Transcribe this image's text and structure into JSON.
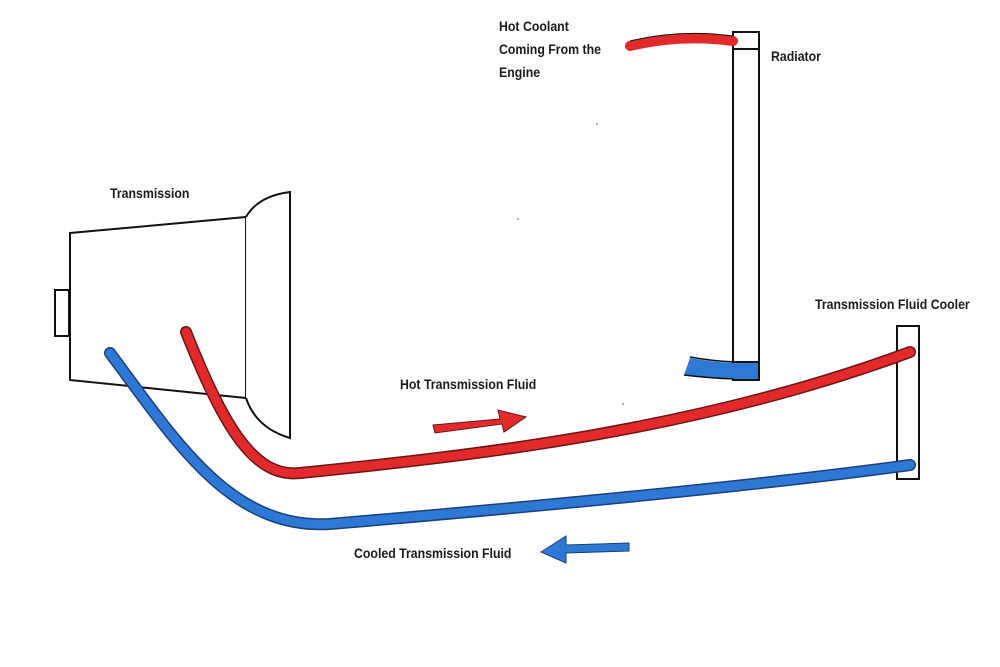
{
  "labels": {
    "hot_coolant_line1": "Hot Coolant",
    "hot_coolant_line2": "Coming From the",
    "hot_coolant_line3": "Engine",
    "radiator": "Radiator",
    "transmission": "Transmission",
    "fluid_cooler": "Transmission Fluid Cooler",
    "hot_fluid": "Hot Transmission Fluid",
    "cooled_fluid": "Cooled Transmission Fluid"
  },
  "colors": {
    "hot": "#e32a2a",
    "cool": "#2f79d6",
    "outline": "#111111",
    "background": "#ffffff"
  }
}
